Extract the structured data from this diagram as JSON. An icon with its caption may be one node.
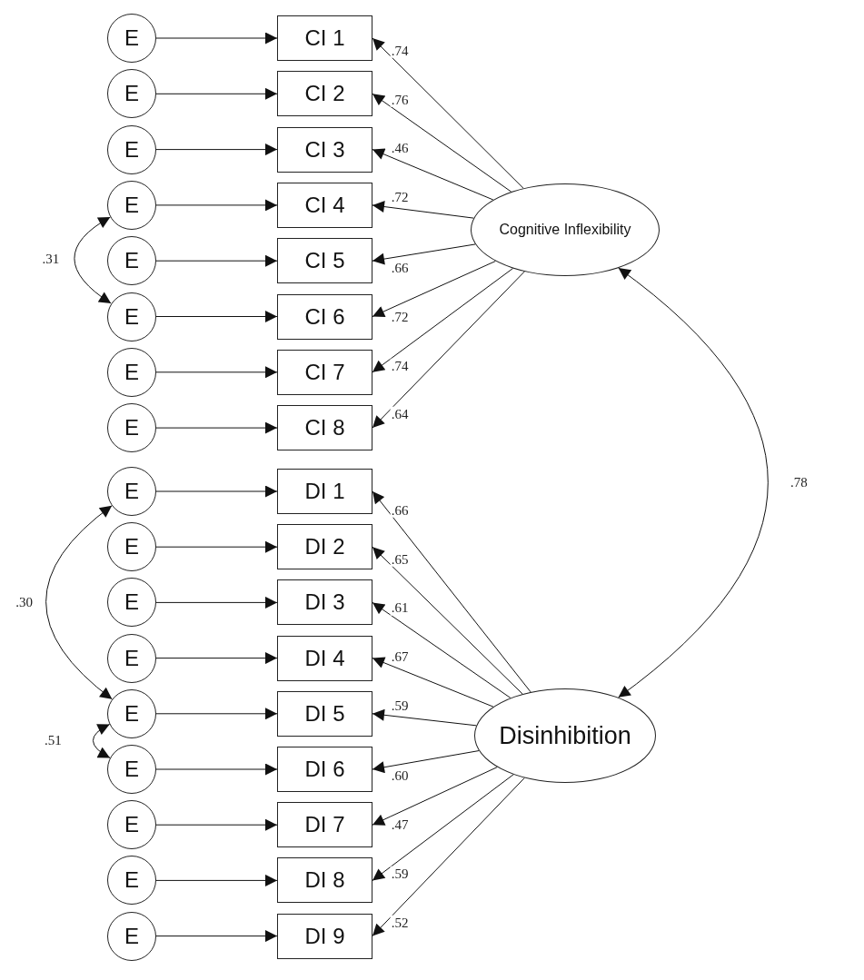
{
  "diagram": {
    "nodes": [
      {
        "text": [
          "E"
        ]
      },
      {
        "text": [
          "CI 1"
        ]
      },
      {
        "text": [
          "E"
        ]
      },
      {
        "text": [
          "CI 2"
        ]
      },
      {
        "text": [
          "E"
        ]
      },
      {
        "text": [
          "CI 3"
        ]
      },
      {
        "text": [
          "E"
        ]
      },
      {
        "text": [
          "CI 4"
        ]
      },
      {
        "text": [
          "E"
        ]
      },
      {
        "text": [
          "CI 5"
        ]
      },
      {
        "text": [
          "E"
        ]
      },
      {
        "text": [
          "CI 6"
        ]
      },
      {
        "text": [
          "E"
        ]
      },
      {
        "text": [
          "CI 7"
        ]
      },
      {
        "text": [
          "E"
        ]
      },
      {
        "text": [
          "CI 8"
        ]
      },
      {
        "text": [
          "Cognitive Inflexibility"
        ]
      },
      {
        "text": [
          "E"
        ]
      },
      {
        "text": [
          "DI 1"
        ]
      },
      {
        "text": [
          "E"
        ]
      },
      {
        "text": [
          "DI 2"
        ]
      },
      {
        "text": [
          "E"
        ]
      },
      {
        "text": [
          "DI 3"
        ]
      },
      {
        "text": [
          "E"
        ]
      },
      {
        "text": [
          "DI 4"
        ]
      },
      {
        "text": [
          "E"
        ]
      },
      {
        "text": [
          "DI 5"
        ]
      },
      {
        "text": [
          "E"
        ]
      },
      {
        "text": [
          "DI 6"
        ]
      },
      {
        "text": [
          "E"
        ]
      },
      {
        "text": [
          "DI 7"
        ]
      },
      {
        "text": [
          "E"
        ]
      },
      {
        "text": [
          "DI 8"
        ]
      },
      {
        "text": [
          "E"
        ]
      },
      {
        "text": [
          "DI 9"
        ]
      },
      {
        "text": [
          "Disinhibition"
        ]
      }
    ],
    "edges": [
      {
        "from": 0,
        "to": 1,
        "arrow": "to"
      },
      {
        "from": 2,
        "to": 3,
        "arrow": "to"
      },
      {
        "from": 4,
        "to": 5,
        "arrow": "to"
      },
      {
        "from": 6,
        "to": 7,
        "arrow": "to"
      },
      {
        "from": 8,
        "to": 9,
        "arrow": "to"
      },
      {
        "from": 10,
        "to": 11,
        "arrow": "to"
      },
      {
        "from": 12,
        "to": 13,
        "arrow": "to"
      },
      {
        "from": 14,
        "to": 15,
        "arrow": "to"
      },
      {
        "from": 16,
        "to": 1,
        "arrow": "to",
        "label": ".74"
      },
      {
        "from": 16,
        "to": 3,
        "arrow": "to",
        "label": ".76"
      },
      {
        "from": 16,
        "to": 5,
        "arrow": "to",
        "label": ".46"
      },
      {
        "from": 16,
        "to": 7,
        "arrow": "to",
        "label": ".72"
      },
      {
        "from": 16,
        "to": 9,
        "arrow": "to",
        "label": ".66"
      },
      {
        "from": 16,
        "to": 11,
        "arrow": "to",
        "label": ".72"
      },
      {
        "from": 16,
        "to": 13,
        "arrow": "to",
        "label": ".74"
      },
      {
        "from": 16,
        "to": 15,
        "arrow": "to",
        "label": ".64"
      },
      {
        "from": 6,
        "to": 10,
        "arrow": "both",
        "label": ".31"
      },
      {
        "from": 17,
        "to": 18,
        "arrow": "to"
      },
      {
        "from": 19,
        "to": 20,
        "arrow": "to"
      },
      {
        "from": 21,
        "to": 22,
        "arrow": "to"
      },
      {
        "from": 23,
        "to": 24,
        "arrow": "to"
      },
      {
        "from": 25,
        "to": 26,
        "arrow": "to"
      },
      {
        "from": 27,
        "to": 28,
        "arrow": "to"
      },
      {
        "from": 29,
        "to": 30,
        "arrow": "to"
      },
      {
        "from": 31,
        "to": 32,
        "arrow": "to"
      },
      {
        "from": 33,
        "to": 34,
        "arrow": "to"
      },
      {
        "from": 35,
        "to": 18,
        "arrow": "to",
        "label": ".66"
      },
      {
        "from": 35,
        "to": 20,
        "arrow": "to",
        "label": ".65"
      },
      {
        "from": 35,
        "to": 22,
        "arrow": "to",
        "label": ".61"
      },
      {
        "from": 35,
        "to": 24,
        "arrow": "to",
        "label": ".67"
      },
      {
        "from": 35,
        "to": 26,
        "arrow": "to",
        "label": ".59"
      },
      {
        "from": 35,
        "to": 28,
        "arrow": "to",
        "label": ".60"
      },
      {
        "from": 35,
        "to": 30,
        "arrow": "to",
        "label": ".47"
      },
      {
        "from": 35,
        "to": 32,
        "arrow": "to",
        "label": ".59"
      },
      {
        "from": 35,
        "to": 34,
        "arrow": "to",
        "label": ".52"
      },
      {
        "from": 17,
        "to": 25,
        "arrow": "both",
        "label": ".30"
      },
      {
        "from": 25,
        "to": 27,
        "arrow": "both",
        "label": ".51"
      },
      {
        "from": 16,
        "to": 35,
        "arrow": "both",
        "label": ".78"
      }
    ]
  }
}
